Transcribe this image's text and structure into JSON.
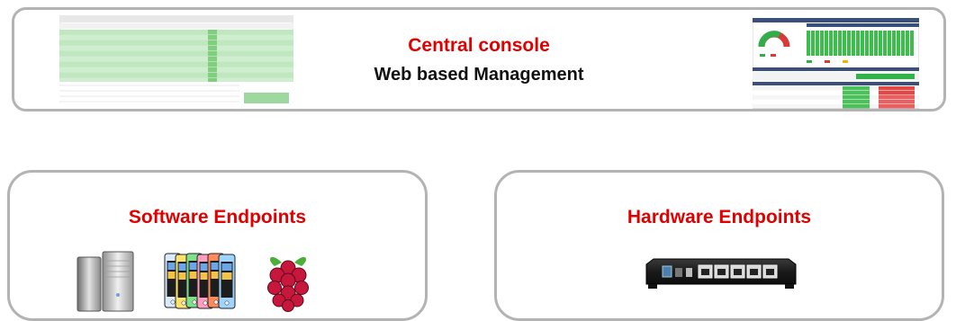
{
  "console": {
    "title": "Central console",
    "subtitle": "Web based Management",
    "table_icon": "management-table-screenshot",
    "dashboard_icon": "dashboard-screenshot"
  },
  "software": {
    "title": "Software Endpoints",
    "icons": [
      "server-tower",
      "smartphones",
      "raspberry-pi"
    ]
  },
  "hardware": {
    "title": "Hardware Endpoints",
    "icons": [
      "network-appliance"
    ]
  },
  "colors": {
    "title_red": "#e10000",
    "border_gray": "#b3b3b3",
    "text_dark": "#111111"
  }
}
